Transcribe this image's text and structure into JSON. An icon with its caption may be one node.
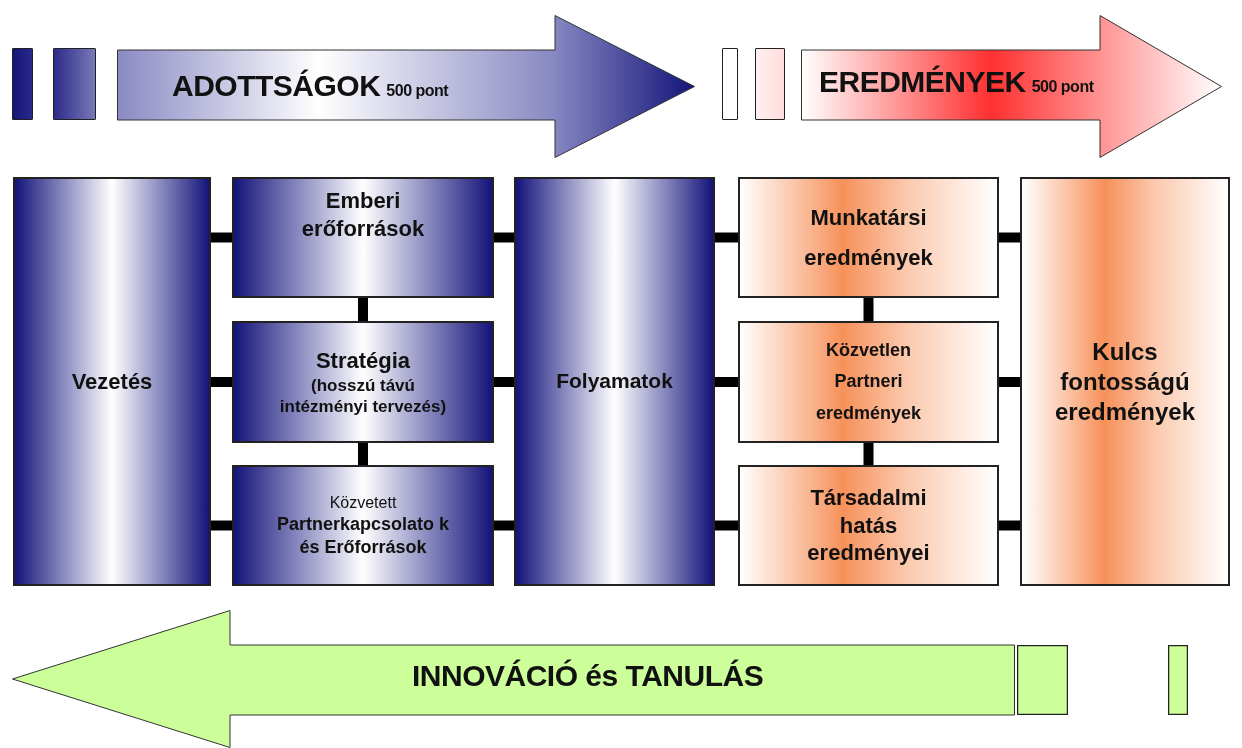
{
  "diagram": {
    "nodes": [
      {
        "text": [],
        "shape": "bar"
      },
      {
        "text": [],
        "shape": "bar"
      },
      {
        "text": [
          "ADOTTSÁGOK",
          "500 pont"
        ]
      },
      {
        "text": [],
        "shape": "bar"
      },
      {
        "text": [],
        "shape": "bar"
      },
      {
        "text": [
          "EREDMÉNYEK",
          "500 pont"
        ]
      },
      {
        "text": [
          "Vezetés"
        ]
      },
      {
        "text": [
          "Emberi erőforrások"
        ]
      },
      {
        "text": [
          "Stratégia",
          "(hosszú távú intézményi tervezés)"
        ]
      },
      {
        "text": [
          "Közvetett",
          "Partnerkapcsolato k és Erőforrások"
        ]
      },
      {
        "text": [
          "Folyamatok"
        ]
      },
      {
        "text": [
          "Munkatársi eredmények"
        ]
      },
      {
        "text": [
          "Közvetlen Partneri eredmények"
        ]
      },
      {
        "text": [
          "Társadalmi hatás eredményei"
        ]
      },
      {
        "text": [
          "Kulcs fontosságú eredmények"
        ]
      },
      {
        "text": [
          "INNOVÁCIÓ és TANULÁS"
        ]
      },
      {
        "text": [],
        "shape": "box"
      },
      {
        "text": [],
        "shape": "box"
      }
    ],
    "edges": [
      {
        "from": 6,
        "to": 7,
        "arrow": "none"
      },
      {
        "from": 6,
        "to": 8,
        "arrow": "none"
      },
      {
        "from": 6,
        "to": 9,
        "arrow": "none"
      },
      {
        "from": 7,
        "to": 8,
        "arrow": "none"
      },
      {
        "from": 8,
        "to": 9,
        "arrow": "none"
      },
      {
        "from": 7,
        "to": 10,
        "arrow": "none"
      },
      {
        "from": 8,
        "to": 10,
        "arrow": "none"
      },
      {
        "from": 9,
        "to": 10,
        "arrow": "none"
      },
      {
        "from": 10,
        "to": 11,
        "arrow": "none"
      },
      {
        "from": 10,
        "to": 12,
        "arrow": "none"
      },
      {
        "from": 10,
        "to": 13,
        "arrow": "none"
      },
      {
        "from": 11,
        "to": 12,
        "arrow": "none"
      },
      {
        "from": 12,
        "to": 13,
        "arrow": "none"
      },
      {
        "from": 11,
        "to": 14,
        "arrow": "none"
      },
      {
        "from": 12,
        "to": 14,
        "arrow": "none"
      },
      {
        "from": 13,
        "to": 14,
        "arrow": "none"
      }
    ]
  }
}
